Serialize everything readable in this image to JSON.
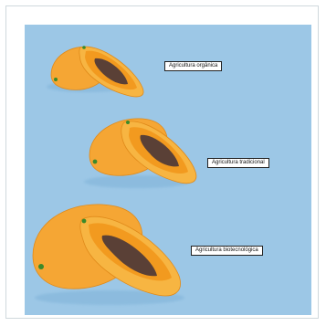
{
  "labels": {
    "organica": "Agricultura orgânica",
    "tradicional": "Agricultura tradicional",
    "biotecnologica": "Agricultura biotecnológica"
  },
  "colors": {
    "background": "#9cc7e6",
    "skin": "#f5a634",
    "flesh": "#f29a1f",
    "rim": "#f7b542",
    "seeds": "#5a4036",
    "stem": "#3a8a2a"
  }
}
